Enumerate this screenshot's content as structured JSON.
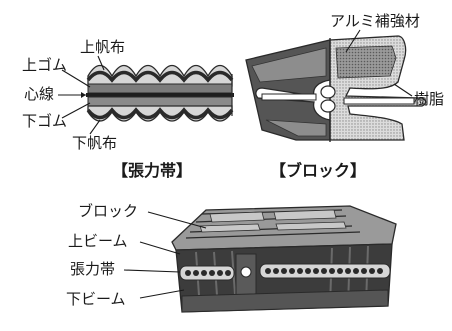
{
  "tension_band_diagram": {
    "caption": "【張力帯】",
    "labels": {
      "upper_canvas": "上帆布",
      "upper_rubber": "上ゴム",
      "core_wire": "心線",
      "lower_rubber": "下ゴム",
      "lower_canvas": "下帆布"
    }
  },
  "block_diagram": {
    "caption": "【ブロック】",
    "labels": {
      "aluminum_reinforcement": "アルミ補強材",
      "resin": "樹脂"
    }
  },
  "assembly_diagram": {
    "labels": {
      "block": "ブロック",
      "upper_beam": "上ビーム",
      "tension_band": "張力帯",
      "lower_beam": "下ビーム"
    }
  },
  "colors": {
    "ink": "#1a1a1a",
    "rubber_dark": "#3a3a3a",
    "rubber_mid": "#7a7a7a",
    "canvas_light": "#cfcfcf",
    "block_dark": "#4a4a4a",
    "block_mid": "#8c8c8c",
    "aluminum": "#d9d9d9"
  }
}
